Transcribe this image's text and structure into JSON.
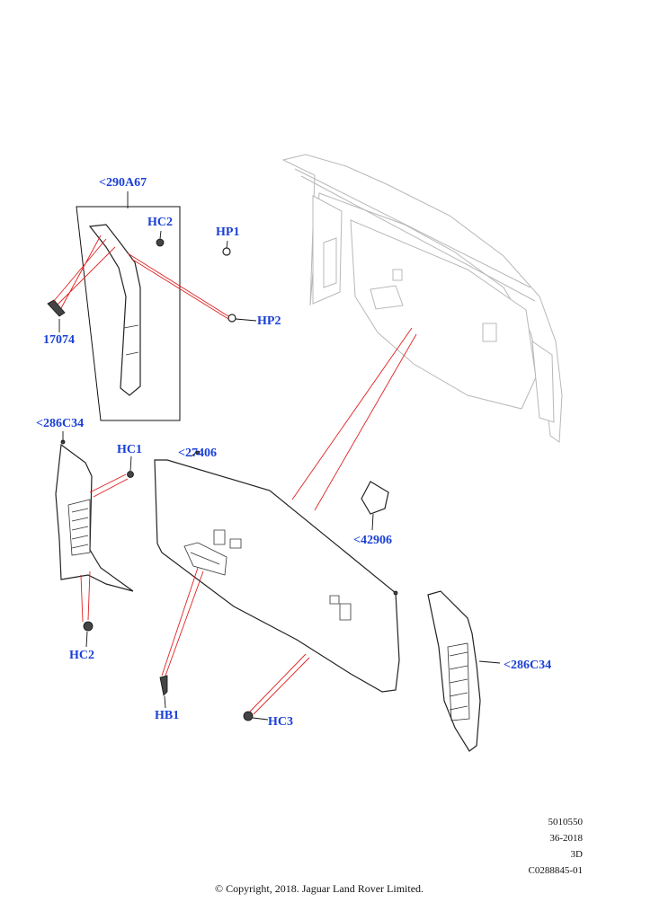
{
  "callouts": {
    "c290a67": "<290A67",
    "hc2_top": "HC2",
    "hp1": "HP1",
    "hp2": "HP2",
    "n17074": "17074",
    "c286c34_left": "<286C34",
    "hc1": "HC1",
    "c27406": "<27406",
    "c42906": "<42906",
    "hc2_bottom": "HC2",
    "c286c34_right": "<286C34",
    "hb1": "HB1",
    "hc3": "HC3"
  },
  "meta": {
    "line1": "5010550",
    "line2": "36-2018",
    "line3": "3D",
    "line4": "C0288845-01"
  },
  "copyright": "© Copyright, 2018. Jaguar Land Rover Limited.",
  "colors": {
    "callout": "#1a3fd6",
    "leader": "#e02020",
    "line": "#222222"
  }
}
